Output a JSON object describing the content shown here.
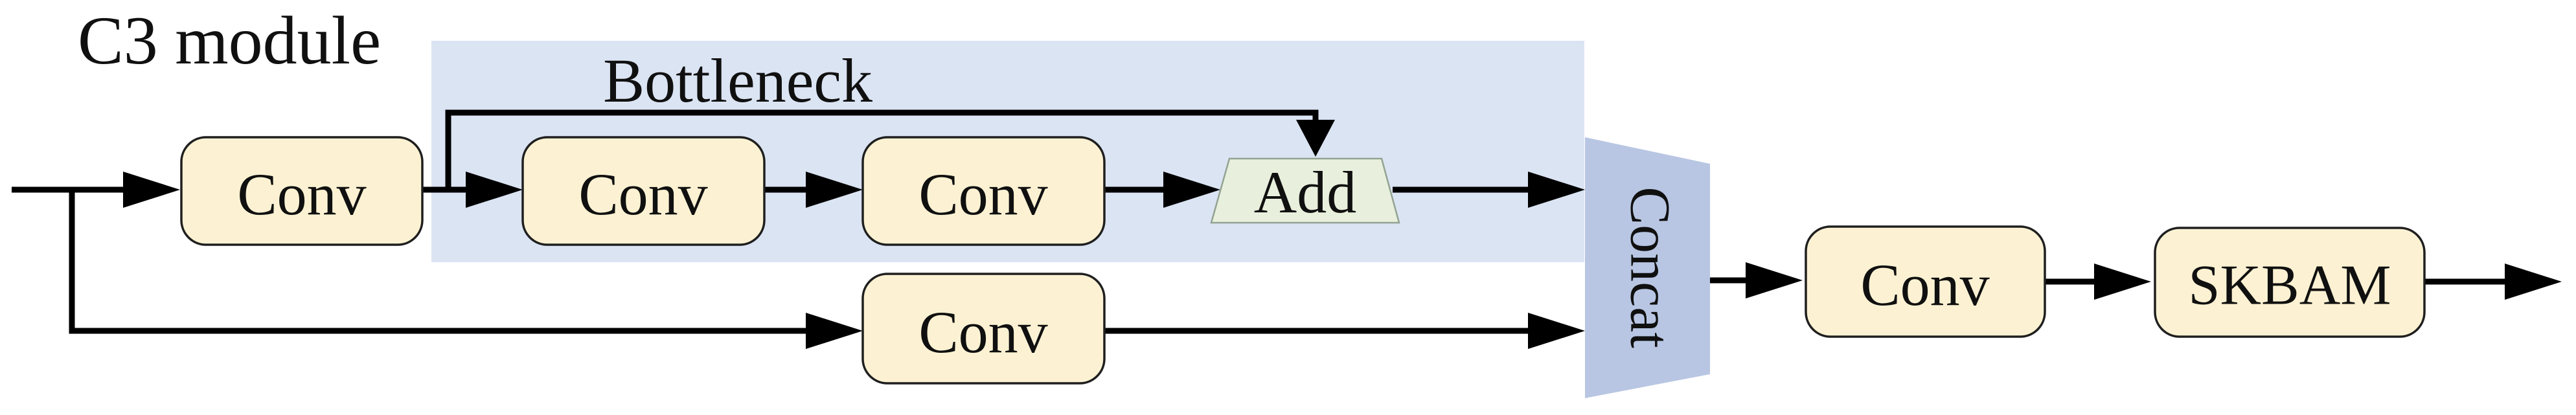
{
  "title": {
    "label": "C3 module",
    "color": "#f20d0d"
  },
  "regions": {
    "bottleneck": {
      "label": "Bottleneck",
      "label_color": "#2f5597",
      "fill": "#dbe4f3"
    }
  },
  "nodes": {
    "conv1": {
      "label": "Conv"
    },
    "conv2": {
      "label": "Conv"
    },
    "conv3": {
      "label": "Conv"
    },
    "conv_lower": {
      "label": "Conv"
    },
    "add": {
      "label": "Add",
      "fill": "#e8f0dd"
    },
    "concat": {
      "label": "Concat",
      "fill": "#b8c6e3"
    },
    "conv4": {
      "label": "Conv"
    },
    "skbam": {
      "label": "SKBAM"
    }
  },
  "colors": {
    "box_fill": "#fcf2d3",
    "box_border": "#1f1f1f",
    "arrow": "#000000",
    "background": "#ffffff"
  }
}
